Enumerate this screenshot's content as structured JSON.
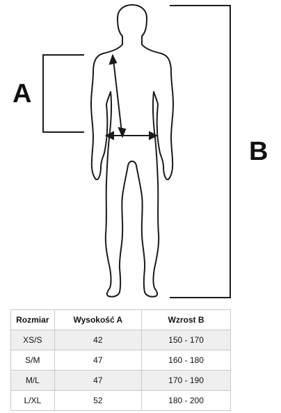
{
  "labels": {
    "a": "A",
    "b": "B"
  },
  "table": {
    "headers": [
      "Rozmiar",
      "Wysokość A",
      "Wzrost B"
    ],
    "rows": [
      [
        "XS/S",
        "42",
        "150 - 170"
      ],
      [
        "S/M",
        "47",
        "160 - 180"
      ],
      [
        "M/L",
        "47",
        "170 - 190"
      ],
      [
        "L/XL",
        "52",
        "180 - 200"
      ]
    ]
  },
  "colors": {
    "line": "#1a1a1a",
    "row_shade": "#efefef",
    "border": "#c8c8c8"
  }
}
